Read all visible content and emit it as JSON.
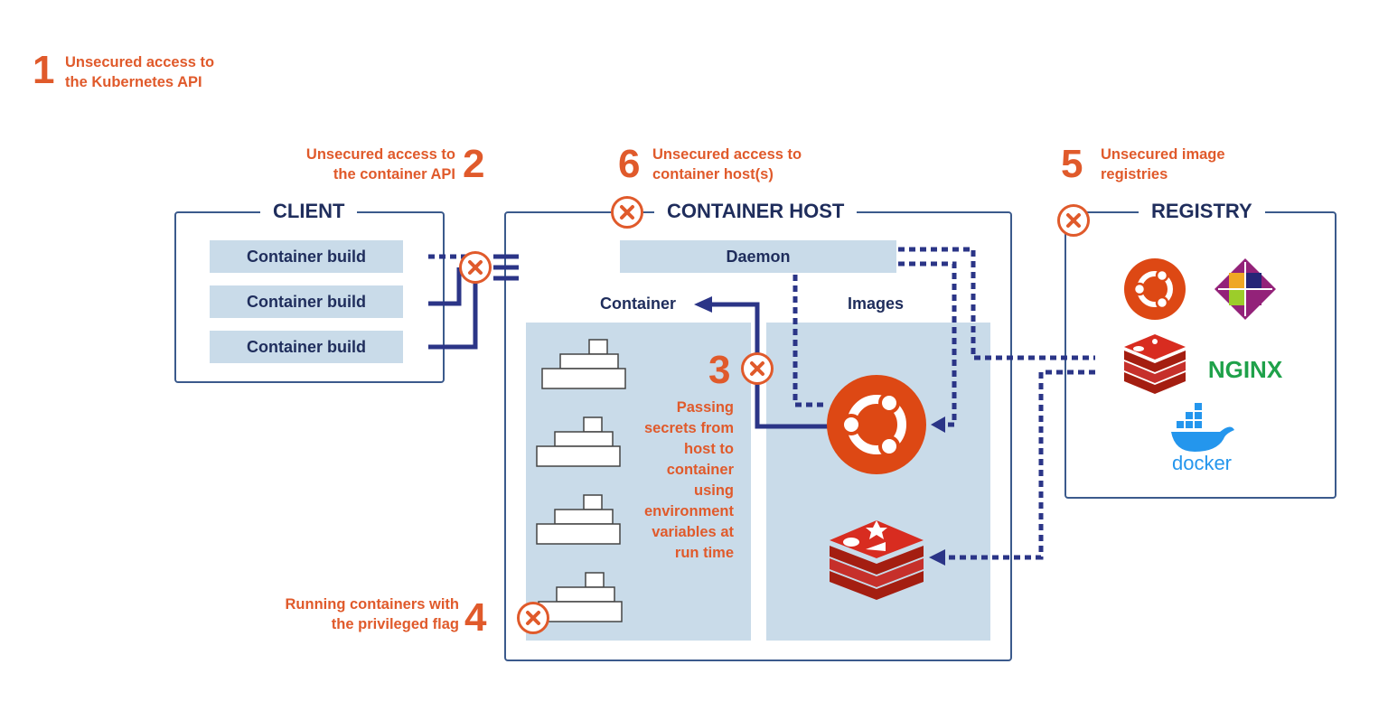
{
  "issues": {
    "i1": {
      "number": "1",
      "text_line1": "Unsecured access to",
      "text_line2": "the Kubernetes API"
    },
    "i2": {
      "number": "2",
      "text_line1": "Unsecured access to",
      "text_line2": "the container API"
    },
    "i3": {
      "number": "3",
      "lines": [
        "Passing",
        "secrets from",
        "host to",
        "container",
        "using",
        "environment",
        "variables at",
        "run time"
      ]
    },
    "i4": {
      "number": "4",
      "text_line1": "Running containers with",
      "text_line2": "the privileged flag"
    },
    "i5": {
      "number": "5",
      "text_line1": "Unsecured image",
      "text_line2": "registries"
    },
    "i6": {
      "number": "6",
      "text_line1": "Unsecured access to",
      "text_line2": "container host(s)"
    }
  },
  "client": {
    "title": "CLIENT",
    "builds": [
      "Container build",
      "Container build",
      "Container build"
    ]
  },
  "host": {
    "title": "CONTAINER HOST",
    "daemon": "Daemon",
    "container_label": "Container",
    "images_label": "Images"
  },
  "registry": {
    "title": "REGISTRY",
    "logos": [
      "ubuntu-logo",
      "centos-logo",
      "redis-logo",
      "nginx-logo",
      "docker-logo"
    ],
    "nginx_text": "NGINX",
    "docker_text": "docker"
  },
  "colors": {
    "accent": "#e05a2b",
    "navy": "#2b3587",
    "panel_border": "#3b5a8c",
    "fill": "#c9dbe9",
    "ubuntu": "#dd4814",
    "redis": "#d82c20"
  }
}
